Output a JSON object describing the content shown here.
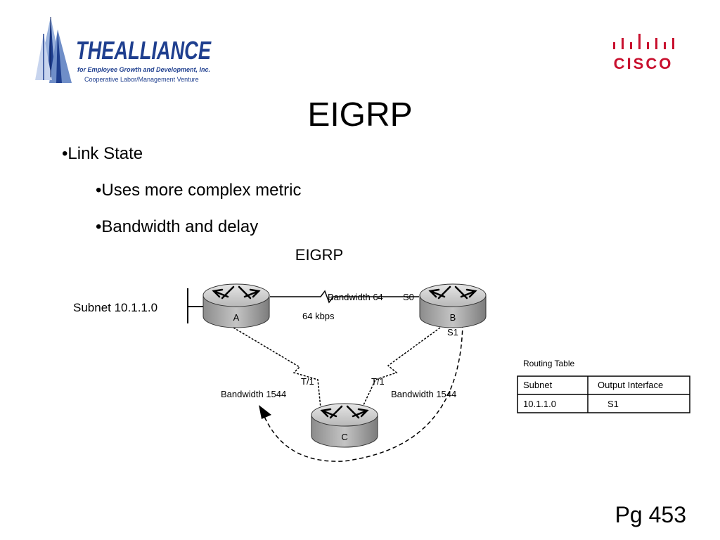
{
  "logos": {
    "alliance_title": "THEALLIANCE",
    "alliance_line1": "for Employee Growth and Development, Inc.",
    "alliance_line2": "Cooperative Labor/Management Venture",
    "cisco_word": "CISCO",
    "colors": {
      "alliance_blue": "#1f3f8f",
      "alliance_light": "#9ab2dc",
      "cisco_red": "#c8102e",
      "cisco_blue": "#0a2e6e"
    }
  },
  "slide": {
    "title": "EIGRP",
    "bullets": [
      "•Link State",
      "•Uses more complex metric",
      "•Bandwidth and delay"
    ],
    "page_number": "Pg 453"
  },
  "diagram": {
    "title": "EIGRP",
    "subnet_label": "Subnet 10.1.1.0",
    "routers": {
      "a": "A",
      "b": "B",
      "c": "C"
    },
    "link_ab": {
      "bandwidth": "Bandwidth 64",
      "speed": "64 kbps",
      "interface_b": "S0"
    },
    "interface_b_s1": "S1",
    "link_ac": {
      "interface": "T/1",
      "bandwidth": "Bandwidth 1544"
    },
    "link_bc": {
      "interface": "T/1",
      "bandwidth": "Bandwidth 1544"
    },
    "routing_table": {
      "caption": "Routing Table",
      "headers": [
        "Subnet",
        "Output Interface"
      ],
      "rows": [
        [
          "10.1.1.0",
          "S1"
        ]
      ]
    },
    "colors": {
      "router_top": "#cfcfcf",
      "router_side": "#9a9a9a",
      "line": "#000000"
    }
  }
}
